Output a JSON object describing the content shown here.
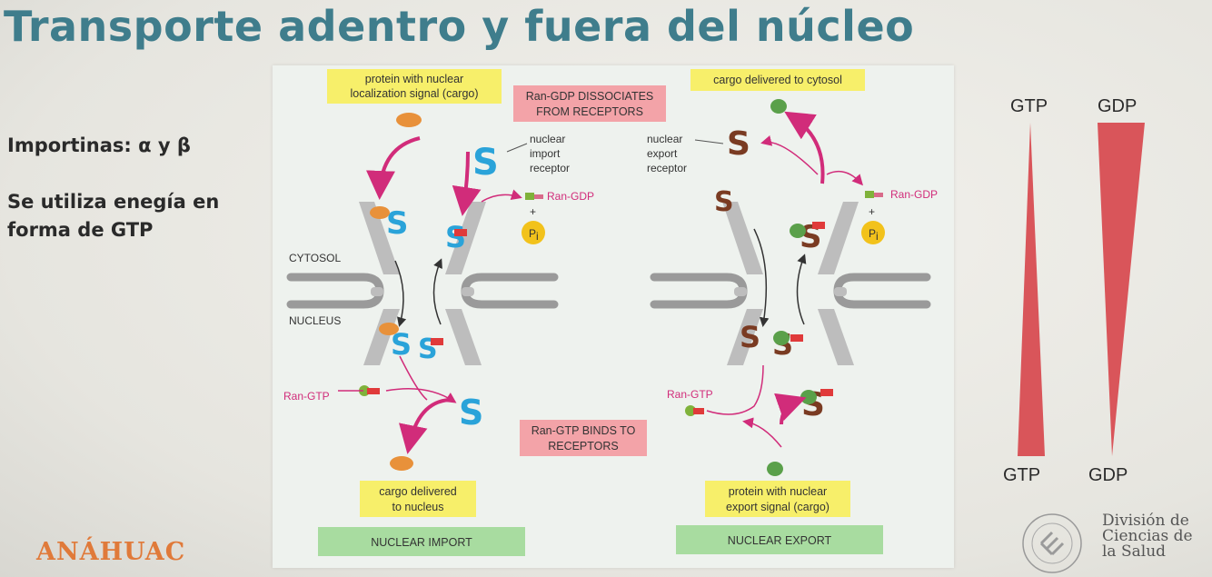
{
  "slide": {
    "title": "Transporte adentro y fuera del núcleo",
    "bullets": [
      "Importinas: α y β",
      "Se utiliza enegía en forma de GTP"
    ],
    "footer_brand": "ANÁHUAC",
    "division_lines": [
      "División de",
      "Ciencias de",
      "la Salud"
    ]
  },
  "figure": {
    "import": {
      "cargo_box": [
        "protein with nuclear",
        "localization signal (cargo)"
      ],
      "dissociates_box": [
        "Ran-GDP DISSOCIATES",
        "FROM RECEPTORS"
      ],
      "receptor_label": [
        "nuclear",
        "import",
        "receptor"
      ],
      "ran_gdp": "Ran-GDP",
      "pi": "P",
      "pi_sub": "i",
      "plus": "+",
      "cytosol": "CYTOSOL",
      "nucleus": "NUCLEUS",
      "ran_gtp": "Ran-GTP",
      "binds_box": [
        "Ran-GTP BINDS TO",
        "RECEPTORS"
      ],
      "delivered_box": [
        "cargo delivered",
        "to nucleus"
      ],
      "panel_label": "NUCLEAR IMPORT"
    },
    "export": {
      "delivered_box": "cargo delivered to cytosol",
      "receptor_label": [
        "nuclear",
        "export",
        "receptor"
      ],
      "ran_gdp": "Ran-GDP",
      "pi": "P",
      "pi_sub": "i",
      "plus": "+",
      "ran_gtp": "Ran-GTP",
      "cargo_box": [
        "protein with nuclear",
        "export signal (cargo)"
      ],
      "panel_label": "NUCLEAR EXPORT"
    }
  },
  "gradient": {
    "top_left": "GTP",
    "top_right": "GDP",
    "bottom_left": "GTP",
    "bottom_right": "GDP",
    "wedge_color": "#d9555a"
  },
  "colors": {
    "title": "#3f7d8c",
    "accent_pink": "#d12c7a",
    "cargo_box": "#f7ef6a",
    "red_box": "#f3a3a8",
    "green_box": "#a8dca0",
    "import_receptor": "#2aa3d9",
    "export_receptor": "#7a3b22"
  }
}
